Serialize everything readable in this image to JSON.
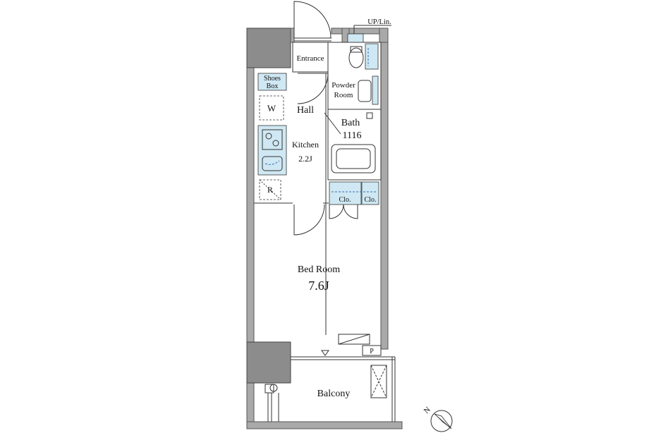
{
  "labels": {
    "up_lin": "UP/Lin.",
    "entrance": "Entrance",
    "shoes_box_1": "Shoes",
    "shoes_box_2": "Box",
    "powder_room_1": "Powder",
    "powder_room_2": "Room",
    "hall": "Hall",
    "washer": "W",
    "bath": "Bath",
    "bath_size": "1116",
    "kitchen": "Kitchen",
    "kitchen_size": "2.2J",
    "refrigerator": "R",
    "closet_large": "Clo.",
    "closet_small": "Clo.",
    "bedroom": "Bed Room",
    "bedroom_size": "7.6J",
    "pipe_space": "P",
    "balcony": "Balcony",
    "compass": "N"
  },
  "colors": {
    "wall": "#a9a9a9",
    "fixture_fill": "#cfe8f3",
    "line": "#333333"
  }
}
